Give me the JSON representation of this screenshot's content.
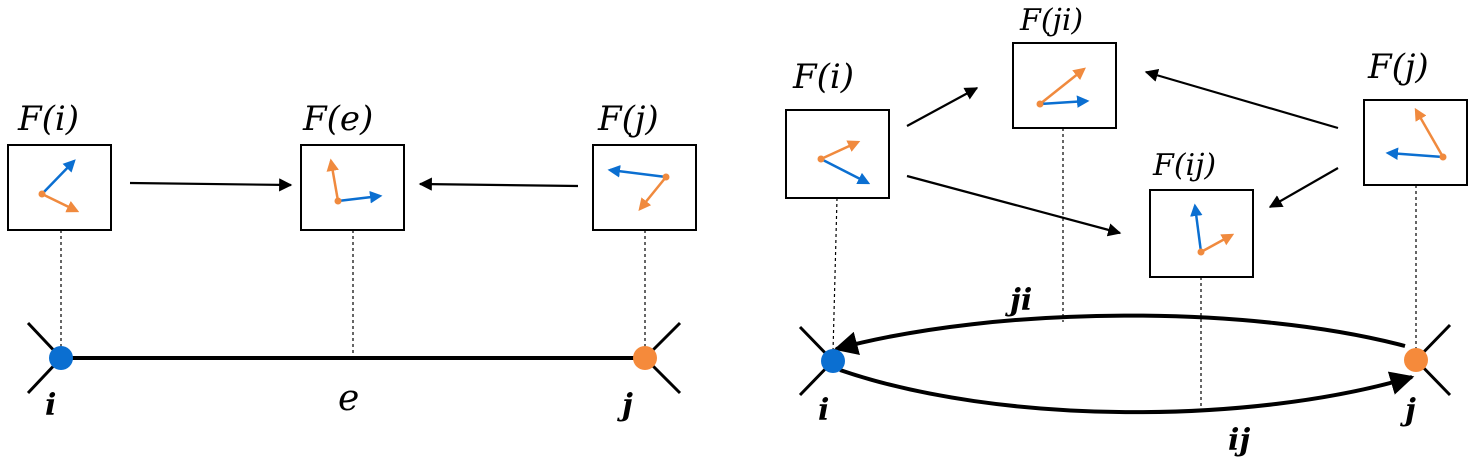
{
  "left": {
    "stalk_labels": {
      "i": "F(i)",
      "e": "F(e)",
      "j": "F(j)"
    },
    "node_labels": {
      "i": "i",
      "e": "e",
      "j": "j"
    }
  },
  "right": {
    "stalk_labels": {
      "i": "F(i)",
      "ji": "F(ji)",
      "ij": "F(ij)",
      "j": "F(j)"
    },
    "node_labels": {
      "i": "i",
      "j": "j"
    },
    "edge_labels": {
      "ji": "ji",
      "ij": "ij"
    }
  },
  "colors": {
    "blue": "#0b6fd1",
    "orange": "#f08a3e",
    "node_blue": "#0b6fd1",
    "node_orange": "#f58a3b"
  }
}
